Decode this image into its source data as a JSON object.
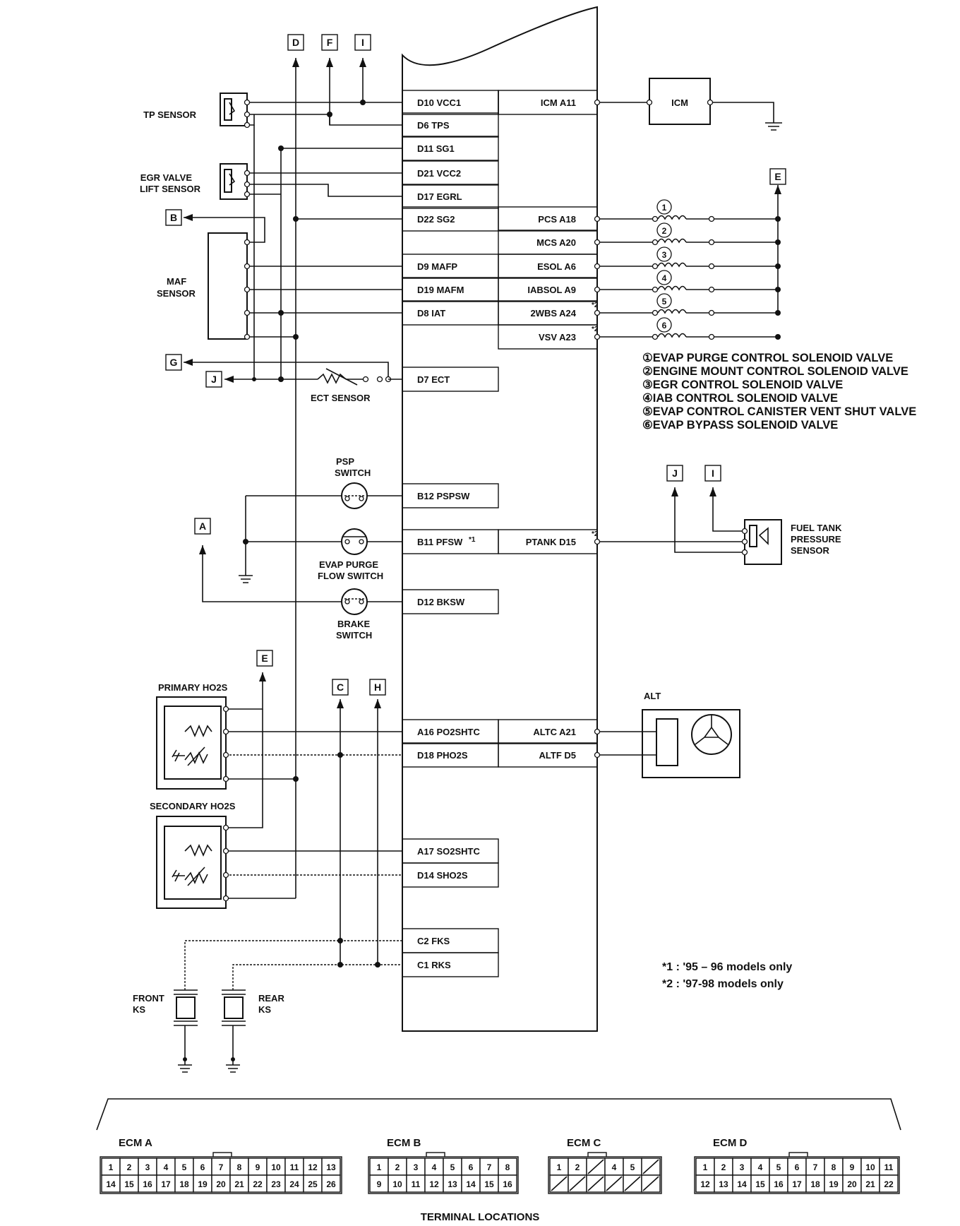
{
  "ecm_left_pins": [
    {
      "id": "vcc1",
      "label": "D10 VCC1"
    },
    {
      "id": "tps",
      "label": "D6 TPS"
    },
    {
      "id": "sg1",
      "label": "D11 SG1"
    },
    {
      "id": "vcc2",
      "label": "D21 VCC2"
    },
    {
      "id": "egrl",
      "label": "D17 EGRL"
    },
    {
      "id": "sg2",
      "label": "D22 SG2"
    },
    {
      "id": "mafp",
      "label": "D9 MAFP"
    },
    {
      "id": "mafm",
      "label": "D19 MAFM"
    },
    {
      "id": "iat",
      "label": "D8 IAT"
    },
    {
      "id": "ect",
      "label": "D7 ECT"
    },
    {
      "id": "pspsw",
      "label": "B12 PSPSW"
    },
    {
      "id": "pfsw",
      "label": "B11 PFSW"
    },
    {
      "id": "bksw",
      "label": "D12 BKSW"
    },
    {
      "id": "po2shtc",
      "label": "A16 PO2SHTC"
    },
    {
      "id": "pho2s",
      "label": "D18 PHO2S"
    },
    {
      "id": "so2shtc",
      "label": "A17 SO2SHTC"
    },
    {
      "id": "sho2s",
      "label": "D14 SHO2S"
    },
    {
      "id": "fks",
      "label": "C2 FKS"
    },
    {
      "id": "rks",
      "label": "C1 RKS"
    }
  ],
  "ecm_right_pins": [
    {
      "id": "icm",
      "label": "ICM A11"
    },
    {
      "id": "pcs",
      "label": "PCS A18"
    },
    {
      "id": "mcs",
      "label": "MCS A20"
    },
    {
      "id": "esol",
      "label": "ESOL A6"
    },
    {
      "id": "iabsol",
      "label": "IABSOL A9"
    },
    {
      "id": "wbs",
      "label": "2WBS A24"
    },
    {
      "id": "vsv",
      "label": "VSV A23"
    },
    {
      "id": "ptank",
      "label": "PTANK D15"
    },
    {
      "id": "altc",
      "label": "ALTC A21"
    },
    {
      "id": "altf",
      "label": "ALTF D5"
    }
  ],
  "superscripts": {
    "star1": "*1",
    "star2": "*2"
  },
  "components": {
    "tp_sensor": "TP SENSOR",
    "egr_line1": "EGR VALVE",
    "egr_line2": "LIFT SENSOR",
    "maf_line1": "MAF",
    "maf_line2": "SENSOR",
    "icm": "ICM",
    "ect_sensor": "ECT SENSOR",
    "psp_line1": "PSP",
    "psp_line2": "SWITCH",
    "evap_line1": "EVAP PURGE",
    "evap_line2": "FLOW SWITCH",
    "brake_line1": "BRAKE",
    "brake_line2": "SWITCH",
    "fuel_line1": "FUEL TANK",
    "fuel_line2": "PRESSURE",
    "fuel_line3": "SENSOR",
    "alt": "ALT",
    "primary_ho2s": "PRIMARY HO2S",
    "secondary_ho2s": "SECONDARY HO2S",
    "front_ks_line1": "FRONT",
    "front_ks_line2": "KS",
    "rear_ks_line1": "REAR",
    "rear_ks_line2": "KS"
  },
  "connector_refs": {
    "d_top": "D",
    "f_top": "F",
    "i_top": "I",
    "e_right": "E",
    "b": "B",
    "g": "G",
    "j": "J",
    "j_fuel": "J",
    "i_fuel": "I",
    "a": "A",
    "e_lower": "E",
    "c": "C",
    "h": "H"
  },
  "valve_numbers": [
    "1",
    "2",
    "3",
    "4",
    "5",
    "6"
  ],
  "legend": [
    "①EVAP PURGE CONTROL SOLENOID VALVE",
    "②ENGINE MOUNT CONTROL SOLENOID VALVE",
    "③EGR CONTROL SOLENOID VALVE",
    "④IAB CONTROL SOLENOID VALVE",
    "⑤EVAP CONTROL CANISTER VENT SHUT VALVE",
    "⑥EVAP BYPASS SOLENOID VALVE"
  ],
  "notes": [
    "*1 : '95 – 96 models only",
    "*2 : '97-98 models only"
  ],
  "terminal": {
    "title": "TERMINAL  LOCATIONS",
    "connectors": [
      {
        "name": "ECM  A",
        "row1": [
          "1",
          "2",
          "3",
          "4",
          "5",
          "6",
          "7",
          "8",
          "9",
          "10",
          "11",
          "12",
          "13"
        ],
        "row2": [
          "14",
          "15",
          "16",
          "17",
          "18",
          "19",
          "20",
          "21",
          "22",
          "23",
          "24",
          "25",
          "26"
        ]
      },
      {
        "name": "ECM  B",
        "row1": [
          "1",
          "2",
          "3",
          "4",
          "5",
          "6",
          "7",
          "8"
        ],
        "row2": [
          "9",
          "10",
          "11",
          "12",
          "13",
          "14",
          "15",
          "16"
        ]
      },
      {
        "name": "ECM  C",
        "row1": [
          "1",
          "2",
          "",
          "4",
          "5",
          ""
        ],
        "row2": [
          "",
          "",
          "",
          "",
          "",
          ""
        ]
      },
      {
        "name": "ECM  D",
        "row1": [
          "1",
          "2",
          "3",
          "4",
          "5",
          "6",
          "7",
          "8",
          "9",
          "10",
          "11"
        ],
        "row2": [
          "12",
          "13",
          "14",
          "15",
          "16",
          "17",
          "18",
          "19",
          "20",
          "21",
          "22"
        ]
      }
    ]
  }
}
